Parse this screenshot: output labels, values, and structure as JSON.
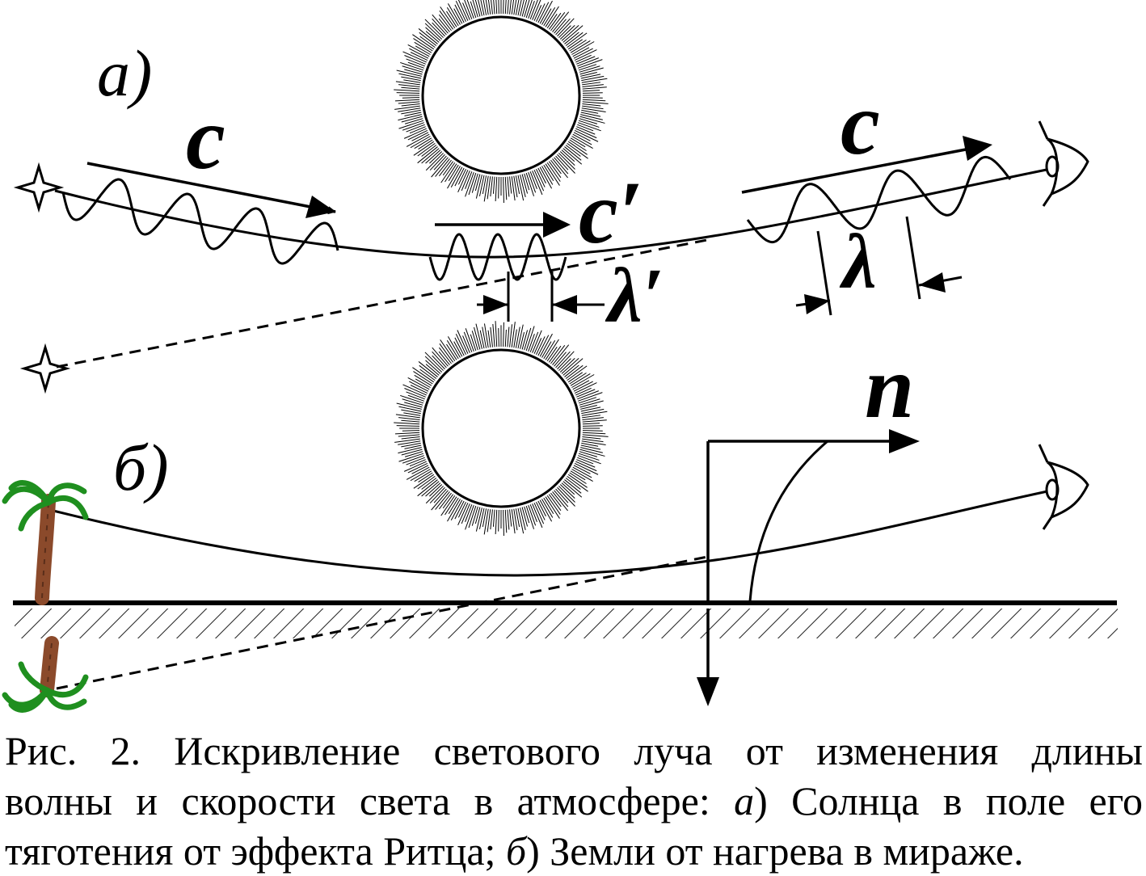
{
  "diagram": {
    "labels": {
      "part_a": "а)",
      "part_b": "б)",
      "speed": "c",
      "speed_prime": "c′",
      "wavelength": "λ",
      "wavelength_prime": "λ′",
      "refraction_index": "n"
    },
    "colors": {
      "ink": "#000000",
      "palm_leaves": "#1f8f1f",
      "palm_trunk": "#8b4a2b"
    },
    "icons": [
      "star-icon",
      "sun-icon",
      "eye-icon",
      "palm-tree-icon"
    ]
  },
  "caption": {
    "line1": "Рис. 2. Искривление светового луча от изменения длины",
    "line2_a": "волны и скорости света в атмосфере: ",
    "line2_italic": "а",
    "line2_b": ") Солнца в поле его",
    "line3_a": "тяготения от эффекта Ритца; ",
    "line3_italic": "б",
    "line3_b": ") Земли от нагрева в мираже."
  }
}
